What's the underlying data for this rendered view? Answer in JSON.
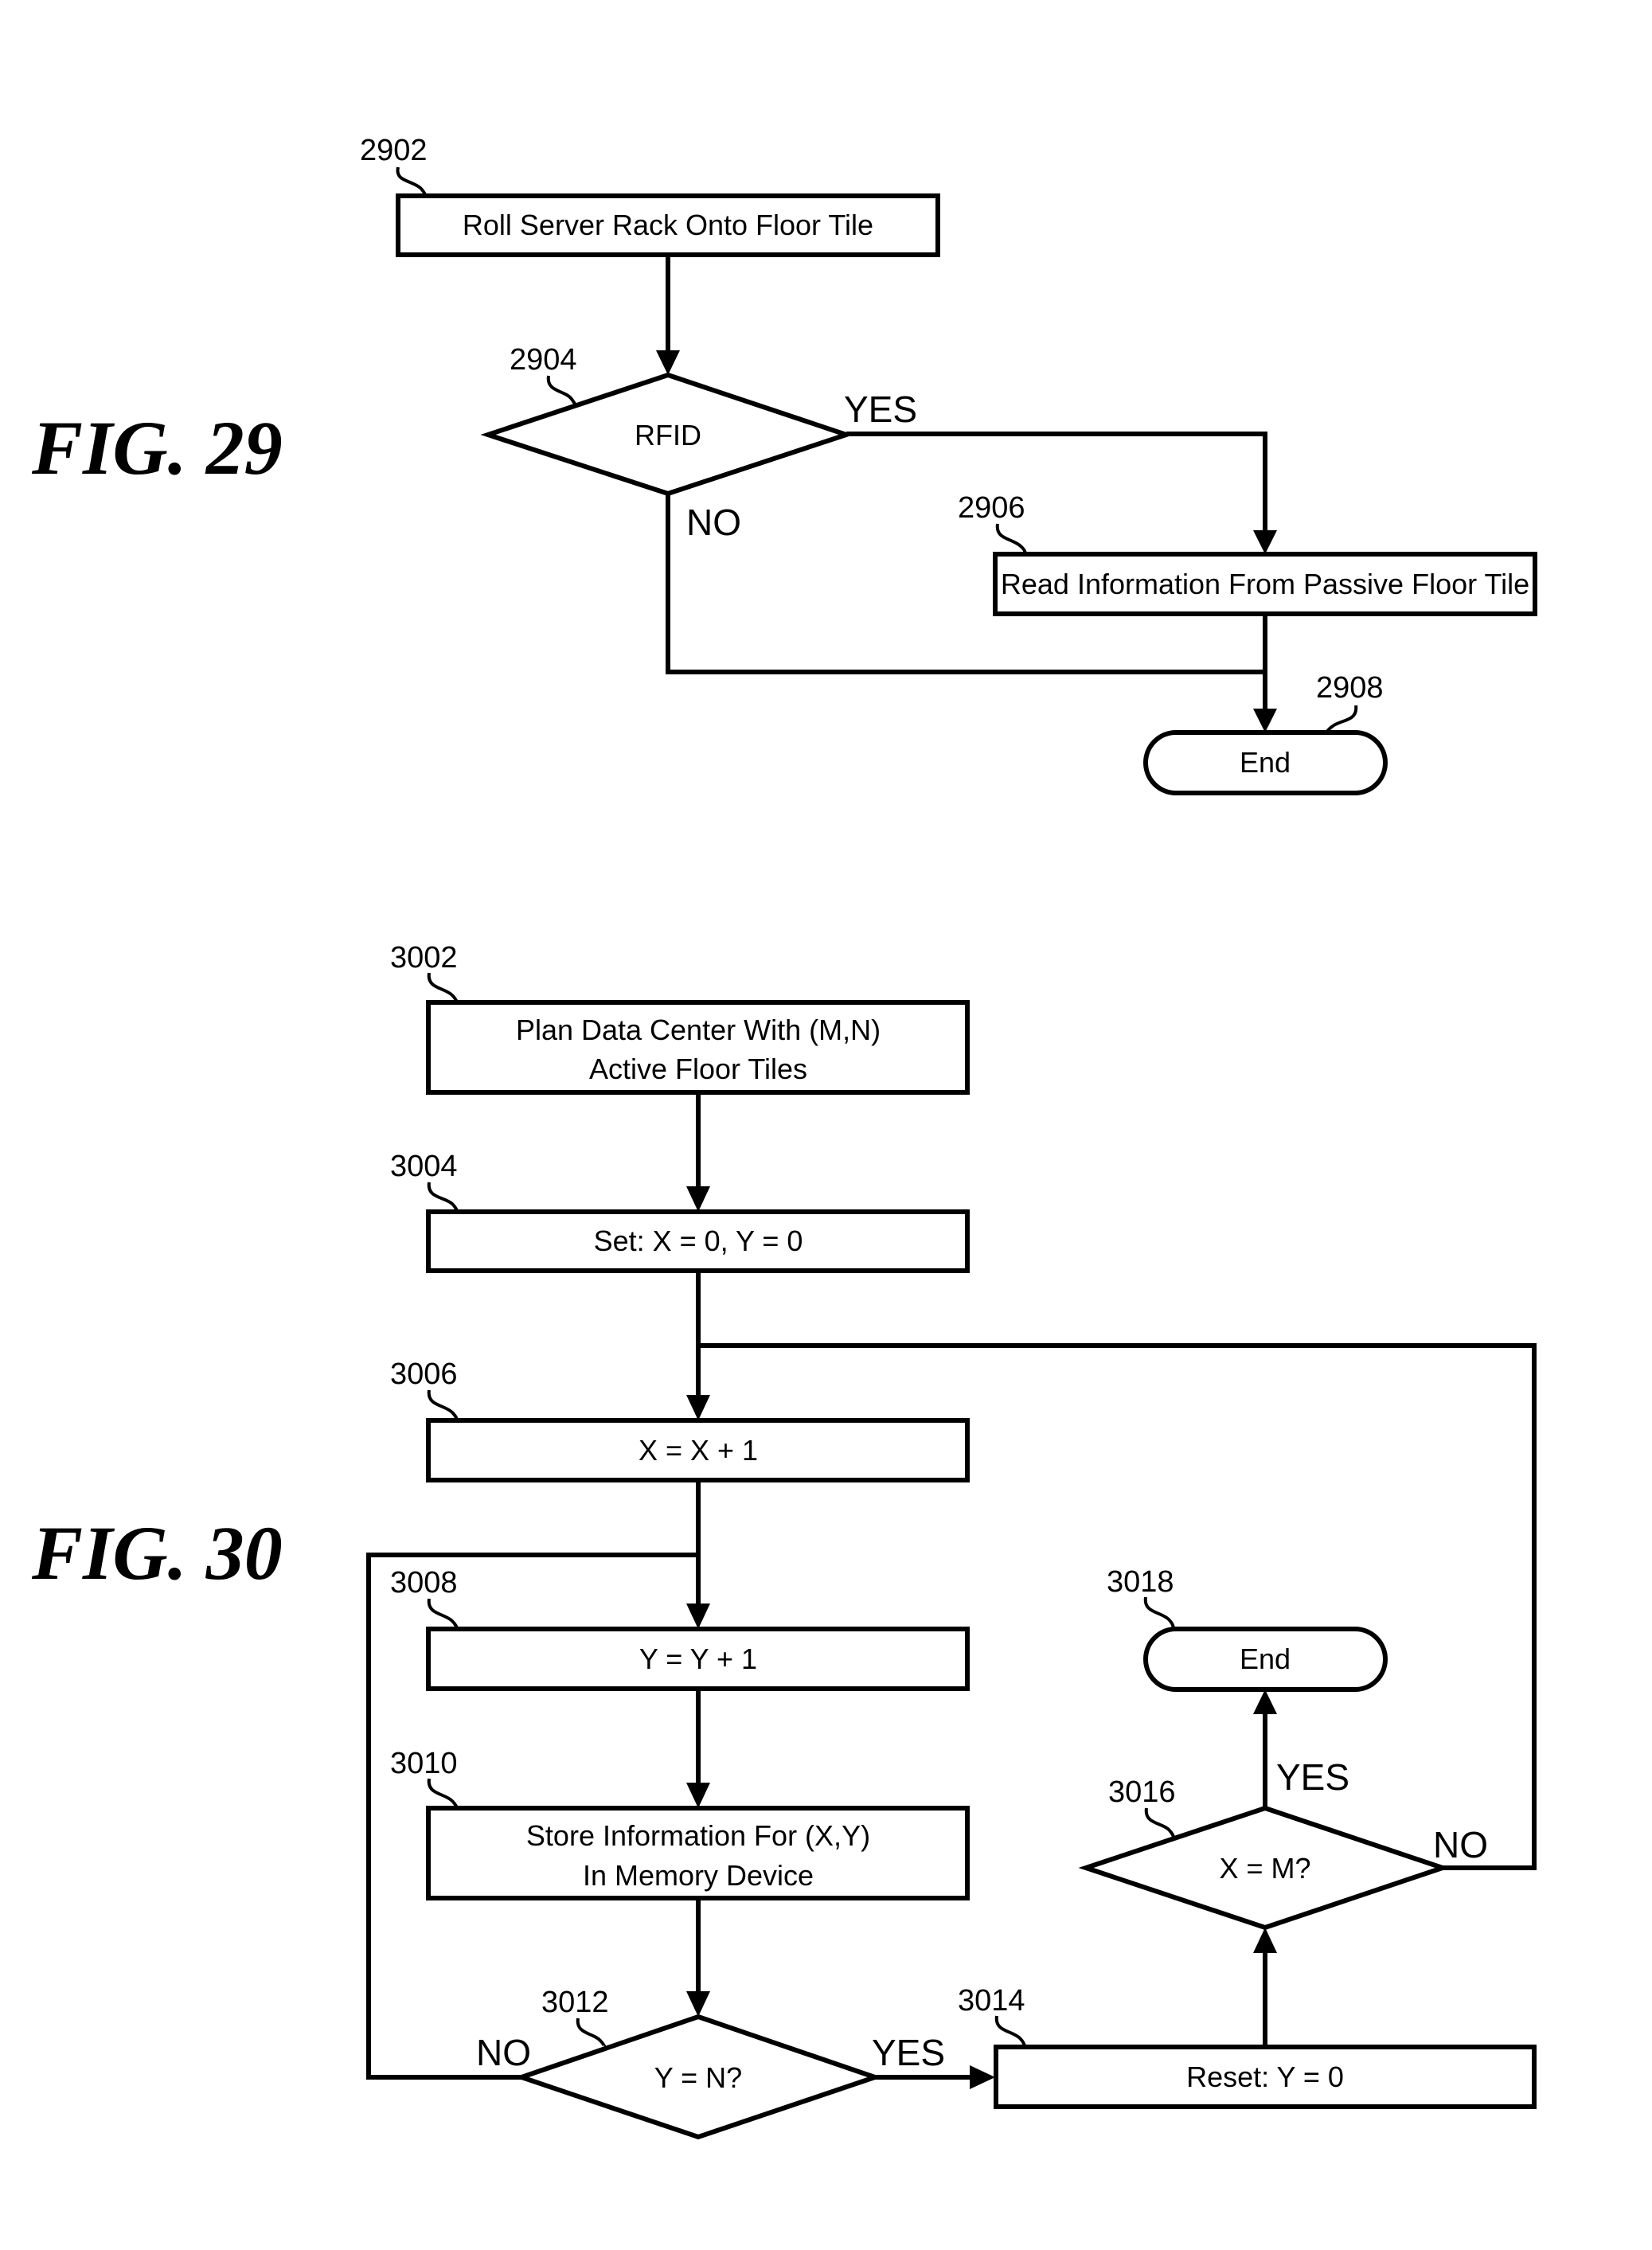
{
  "fig29": {
    "label": "FIG. 29",
    "steps": {
      "s2902": {
        "ref": "2902",
        "text": "Roll Server Rack Onto Floor Tile"
      },
      "s2904": {
        "ref": "2904",
        "text": "RFID"
      },
      "s2906": {
        "ref": "2906",
        "text": "Read Information From Passive Floor Tile"
      },
      "s2908": {
        "ref": "2908",
        "text": "End"
      }
    },
    "branches": {
      "yes": "YES",
      "no": "NO"
    }
  },
  "fig30": {
    "label": "FIG. 30",
    "steps": {
      "s3002": {
        "ref": "3002",
        "line1": "Plan Data Center With (M,N)",
        "line2": "Active Floor Tiles"
      },
      "s3004": {
        "ref": "3004",
        "text": "Set: X = 0, Y = 0"
      },
      "s3006": {
        "ref": "3006",
        "text": "X = X + 1"
      },
      "s3008": {
        "ref": "3008",
        "text": "Y = Y + 1"
      },
      "s3010": {
        "ref": "3010",
        "line1": "Store Information For (X,Y)",
        "line2": "In Memory Device"
      },
      "s3012": {
        "ref": "3012",
        "text": "Y = N?"
      },
      "s3014": {
        "ref": "3014",
        "text": "Reset: Y = 0"
      },
      "s3016": {
        "ref": "3016",
        "text": "X = M?"
      },
      "s3018": {
        "ref": "3018",
        "text": "End"
      }
    },
    "branches": {
      "s3012_yes": "YES",
      "s3012_no": "NO",
      "s3016_yes": "YES",
      "s3016_no": "NO"
    }
  }
}
